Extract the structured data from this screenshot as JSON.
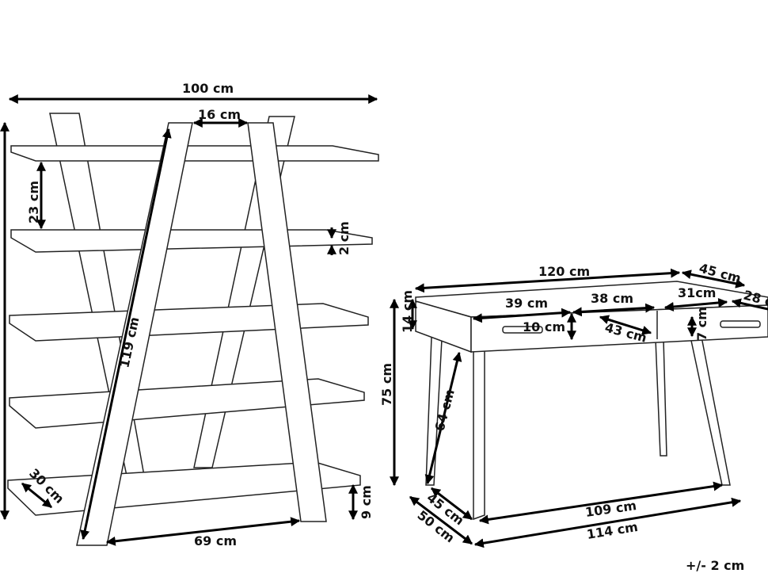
{
  "shelf": {
    "width": "100 cm",
    "gap": "16 cm",
    "spacing": "23 cm",
    "thickness": "2 cm",
    "diagonal": "119 cm",
    "depth": "30 cm",
    "base": "69 cm",
    "clearance": "9 cm"
  },
  "desk": {
    "width": "120 cm",
    "depth": "45 cm",
    "right_depth": "28 c",
    "apron": "14 cm",
    "height": "75 cm",
    "drawer1_w": "39 cm",
    "drawer2_w": "38 cm",
    "drawer3_w": "31cm",
    "drawer_h": "10 cm",
    "drawer_d": "43 cm",
    "drawer3_h": "7 cm",
    "leg": "64 cm",
    "leg_depth1": "45 cm",
    "leg_depth2": "50 cm",
    "inner_w": "109 cm",
    "outer_w": "114 cm"
  },
  "tolerance": "+/- 2 cm"
}
